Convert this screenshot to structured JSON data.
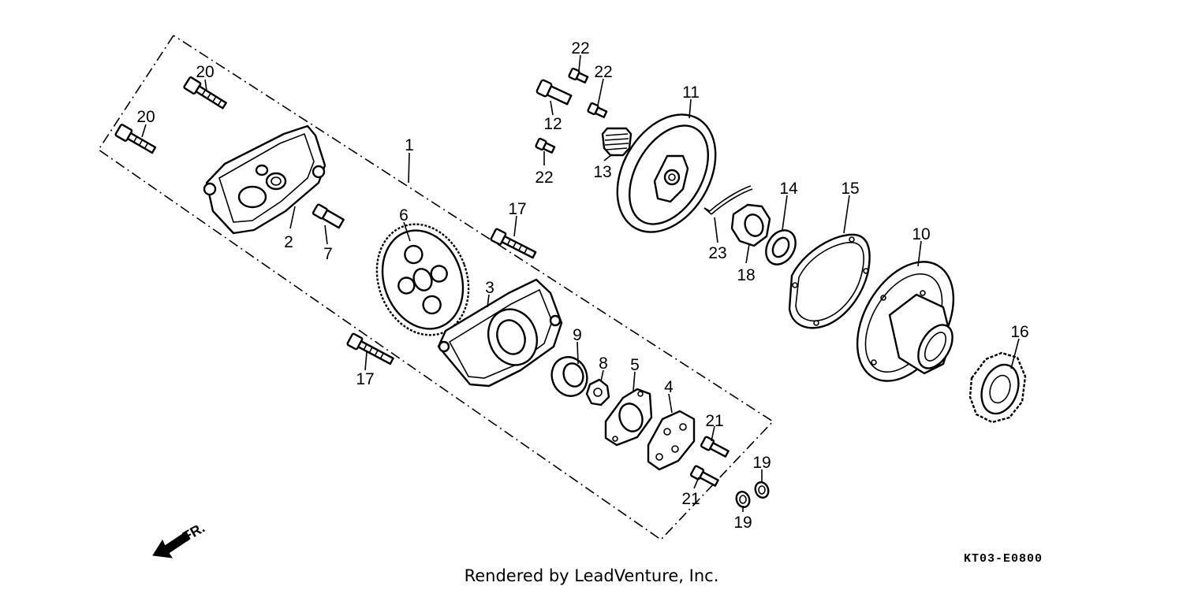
{
  "callouts": {
    "c1": "1",
    "c2": "2",
    "c3": "3",
    "c4": "4",
    "c5": "5",
    "c6": "6",
    "c7": "7",
    "c8": "8",
    "c9": "9",
    "c10": "10",
    "c11": "11",
    "c12": "12",
    "c13": "13",
    "c14": "14",
    "c15": "15",
    "c16": "16",
    "c17a": "17",
    "c17b": "17",
    "c18": "18",
    "c19a": "19",
    "c19b": "19",
    "c20a": "20",
    "c20b": "20",
    "c21a": "21",
    "c21b": "21",
    "c22a": "22",
    "c22b": "22",
    "c22c": "22",
    "c23": "23"
  },
  "diagram_code": "KT03-E0800",
  "direction_label": "FR.",
  "credit": "Rendered by LeadVenture, Inc.",
  "colors": {
    "ink": "#000000",
    "paper": "#ffffff"
  }
}
